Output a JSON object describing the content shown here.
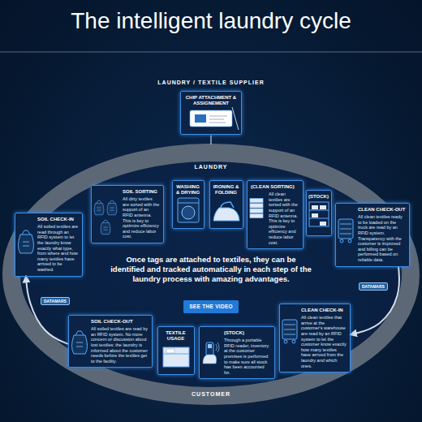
{
  "diagram": {
    "title": "The intelligent laundry cycle",
    "nodes": [
      {
        "text": [
          "CHIP ATTACHMENT & ASSIGNEMENT"
        ]
      },
      {
        "text": [
          "SOIL CHECK-IN",
          "All soiled textiles are read through an RFID system to let the laundry know exactly what type, from where and how many textiles have arrived to be washed."
        ]
      },
      {
        "text": [
          "SOIL SORTING",
          "All dirty textiles are sorted with the support of an RFID antenna. This is key to optimize efficiency and reduce labor cost."
        ]
      },
      {
        "text": [
          "WASHING & DRYING"
        ]
      },
      {
        "text": [
          "IRONING & FOLDING"
        ]
      },
      {
        "text": [
          "(CLEAN SORTING)",
          "All clean textiles are sorted with the support of an RFID antenna. This is key to optimize efficiency and reduce labor cost."
        ]
      },
      {
        "text": [
          "(STOCK)"
        ]
      },
      {
        "text": [
          "CLEAN CHECK-OUT",
          "All clean textiles ready to be loaded on the truck are read by an RFID system. Transparency with the customer is improved and billing can be performed based on reliable data."
        ]
      },
      {
        "text": [
          "CLEAN CHECK-IN",
          "All clean textiles that arrive at the customer's warehouse are read by an RFID system to let the customer know exactly how many textiles have arrived from the laundry and which ones."
        ]
      },
      {
        "text": [
          "(STOCK)",
          "Through a portable RFID reader, inventory at the customer premises is performed to make sure all stock has been accounted for."
        ]
      },
      {
        "text": [
          "TEXTILE USAGE"
        ]
      },
      {
        "text": [
          "SOIL CHECK-OUT",
          "All soiled textiles are read by an RFID system. No more concern or discussion about lost textiles: the laundry is informed about the customer needs before the textiles get to the facility."
        ]
      },
      {
        "text": [
          "SEE THE VIDEO"
        ]
      }
    ],
    "edges": [
      {
        "from": 11,
        "to": 1,
        "arrow": "to"
      },
      {
        "from": 7,
        "to": 8,
        "arrow": "to"
      }
    ],
    "labels": [
      "LAUNDRY / TEXTILE SUPPLIER",
      "LAUNDRY",
      "CUSTOMER",
      "Once tags are attached to textiles, they can be identified and tracked automatically in each step of the laundry process with amazing advantages.",
      "DATAMARS",
      "DATAMARS"
    ]
  }
}
